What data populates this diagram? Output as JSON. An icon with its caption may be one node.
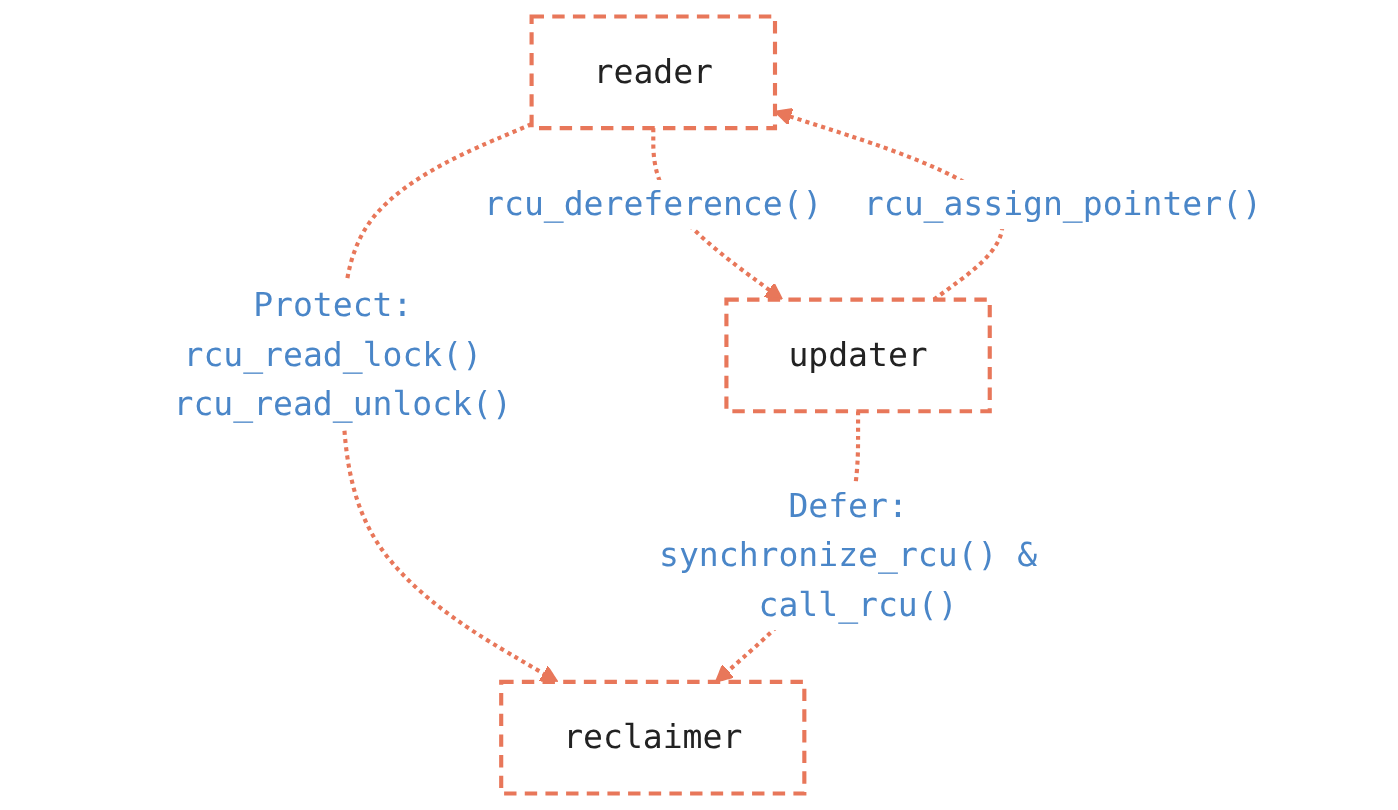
{
  "diagram": {
    "nodes": [
      {
        "text": [
          "reader"
        ]
      },
      {
        "text": [
          "updater"
        ]
      },
      {
        "text": [
          "reclaimer"
        ]
      }
    ],
    "edges": [
      {
        "from": 1,
        "to": 0,
        "arrow": "to",
        "label": "rcu_assign_pointer()",
        "style": "dashed"
      },
      {
        "from": 0,
        "to": 1,
        "arrow": "to",
        "label": "rcu_dereference()",
        "style": "dashed"
      },
      {
        "from": 0,
        "to": 2,
        "arrow": "to",
        "label": "Protect: rcu_read_lock() rcu_read_unlock()",
        "style": "dashed"
      },
      {
        "from": 1,
        "to": 2,
        "arrow": "to",
        "label": "Defer: synchronize_rcu() & call_rcu()",
        "style": "dashed"
      }
    ]
  }
}
